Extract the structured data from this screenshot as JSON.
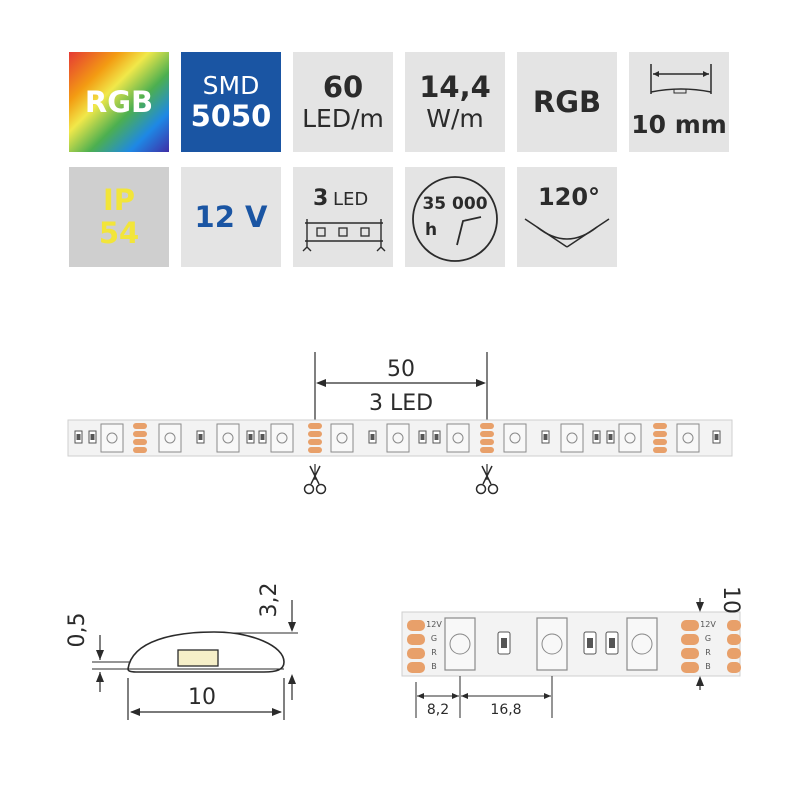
{
  "tiles": {
    "rgb_color": "RGB",
    "smd_line1": "SMD",
    "smd_line2": "5050",
    "density_value": "60",
    "density_unit": "LED/m",
    "power_value": "14,4",
    "power_unit": "W/m",
    "color_type": "RGB",
    "width": "10 mm",
    "ip_line1": "IP",
    "ip_line2": "54",
    "voltage": "12 V",
    "cut_count": "3",
    "cut_unit": "LED",
    "lifetime_value": "35 000",
    "lifetime_unit": "h",
    "beam_angle": "120°"
  },
  "strip": {
    "segment_length": "50",
    "segment_leds": "3 LED",
    "pad_label_voltage": "12V",
    "pad_labels": [
      "G",
      "R",
      "B"
    ]
  },
  "profile": {
    "coating_thickness": "0,5",
    "height": "3,2",
    "width": "10"
  },
  "detail": {
    "width": "10",
    "pad_offset": "8,2",
    "led_pitch": "16,8",
    "pad_label_voltage": "12V",
    "pad_labels": [
      "G",
      "R",
      "B"
    ]
  },
  "colors": {
    "tile_background": "#e4e4e4",
    "smd_blue": "#1a55a3",
    "ip_yellow": "#f2e53a",
    "pad_copper": "#e8a06a",
    "led_outline": "#8a8a8a"
  },
  "icons": [
    "scissors-icon",
    "led-segment-icon",
    "clock-icon",
    "beam-angle-icon",
    "width-dimension-icon"
  ]
}
